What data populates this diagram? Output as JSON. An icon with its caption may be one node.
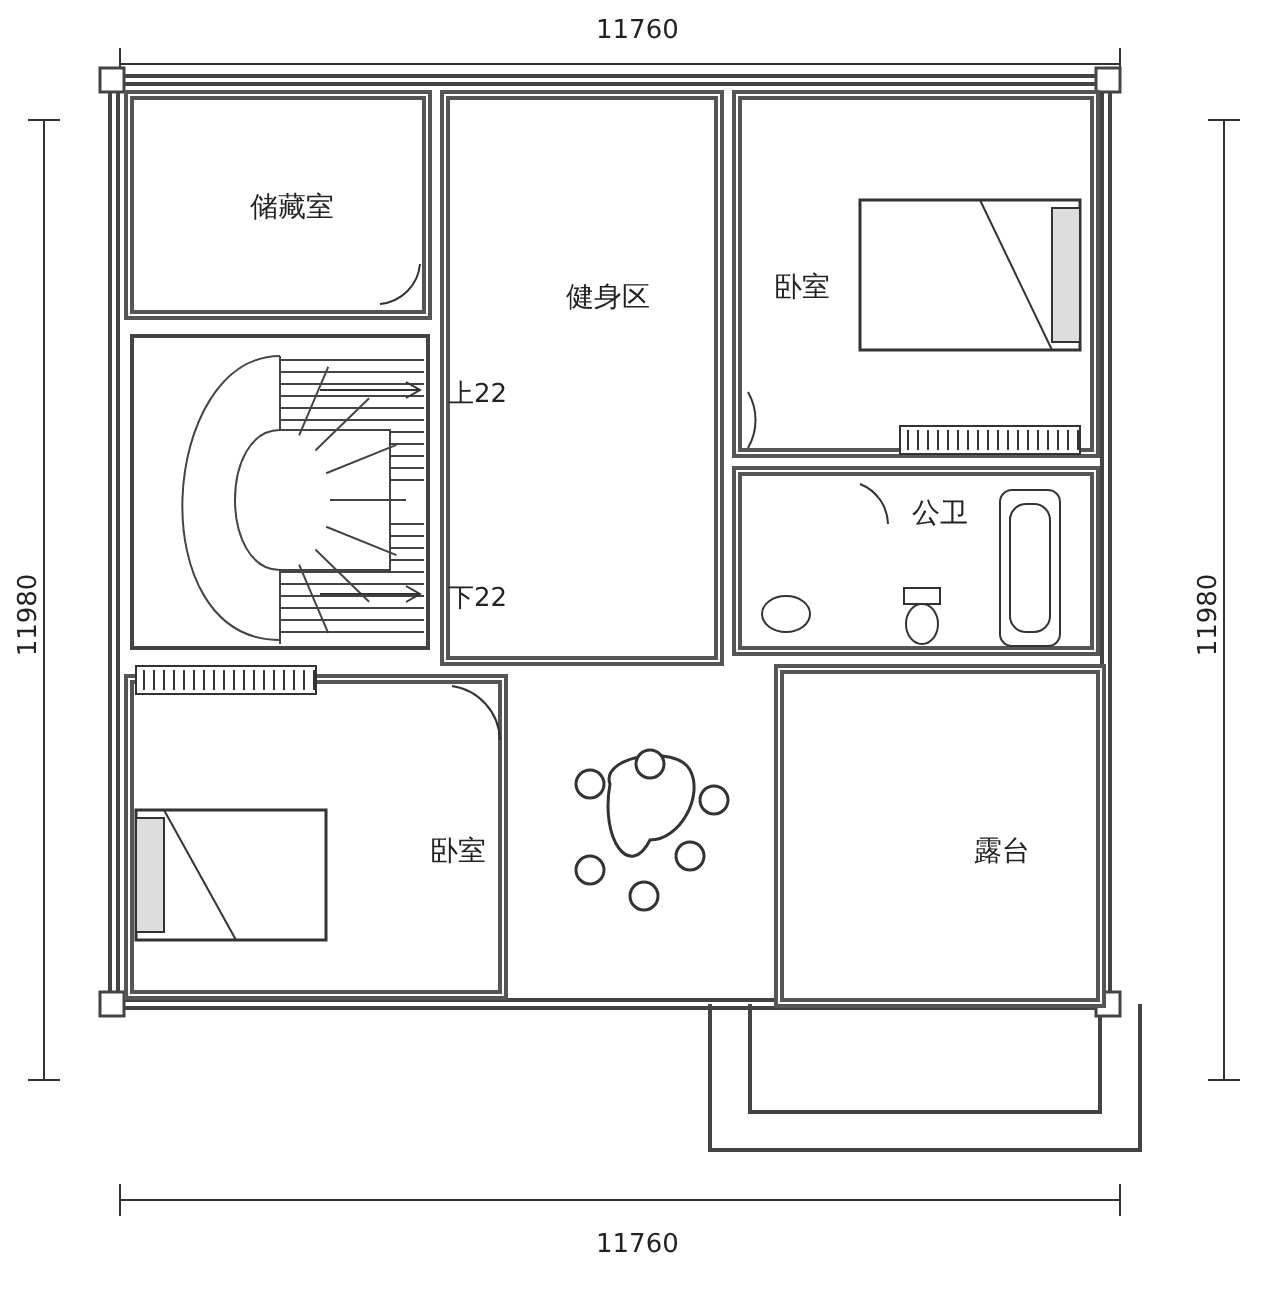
{
  "diagram": {
    "nodes": [
      {
        "text": [
          "储藏室"
        ]
      },
      {
        "text": [
          "健身区"
        ]
      },
      {
        "text": [
          "卧室"
        ]
      },
      {
        "text": [
          "公卫"
        ]
      },
      {
        "text": [
          "卧室"
        ]
      },
      {
        "text": [
          "露台"
        ]
      }
    ],
    "labels": [
      "11760",
      "11980",
      "11980",
      "上22",
      "下22",
      "11760"
    ]
  }
}
